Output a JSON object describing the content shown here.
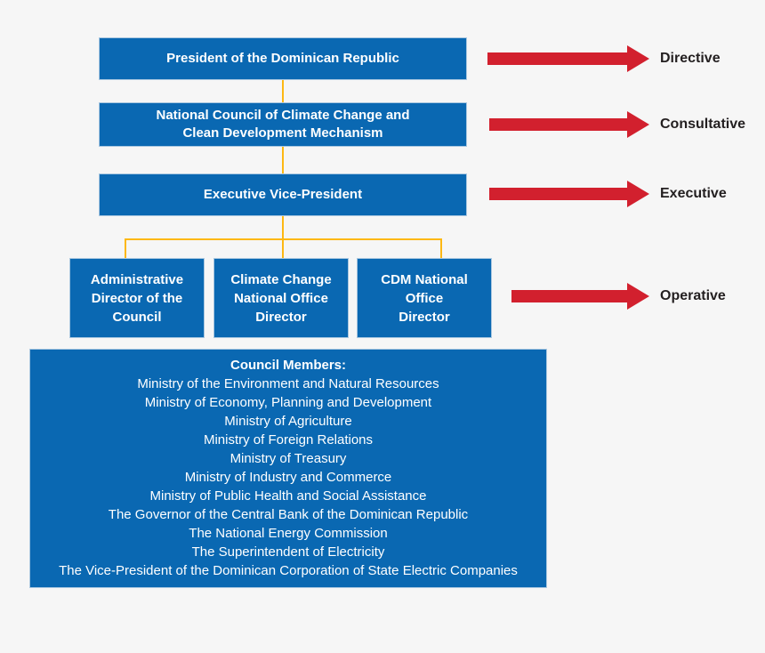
{
  "colors": {
    "background": "#f6f6f6",
    "box_blue": "#0a68b2",
    "box_border_light_blue": "#a9c7e0",
    "connector_yellow": "#fdb813",
    "arrow_red": "#d2202e",
    "label_dark": "#231f20",
    "box_text": "#ffffff"
  },
  "org": {
    "president": "President of the Dominican Republic",
    "national_council": "National Council of Climate Change and\nClean Development Mechanism",
    "executive_vice_president": "Executive Vice-President",
    "administrative_director": "Administrative\nDirector of the\nCouncil",
    "climate_change_office": "Climate Change\nNational Office\nDirector",
    "cdm_office": "CDM National\nOffice\nDirector"
  },
  "levels": [
    {
      "label": "Directive"
    },
    {
      "label": "Consultative"
    },
    {
      "label": "Executive"
    },
    {
      "label": "Operative"
    }
  ],
  "council_members": {
    "title": "Council Members:",
    "members": [
      "Ministry of the Environment and Natural Resources",
      "Ministry of Economy, Planning and Development",
      "Ministry of Agriculture",
      "Ministry of Foreign Relations",
      "Ministry of Treasury",
      "Ministry of Industry and Commerce",
      "Ministry of Public Health and Social Assistance",
      "The Governor of the Central Bank of the Dominican Republic",
      "The National Energy Commission",
      "The Superintendent of Electricity",
      "The Vice-President of the Dominican Corporation of State Electric Companies"
    ]
  }
}
